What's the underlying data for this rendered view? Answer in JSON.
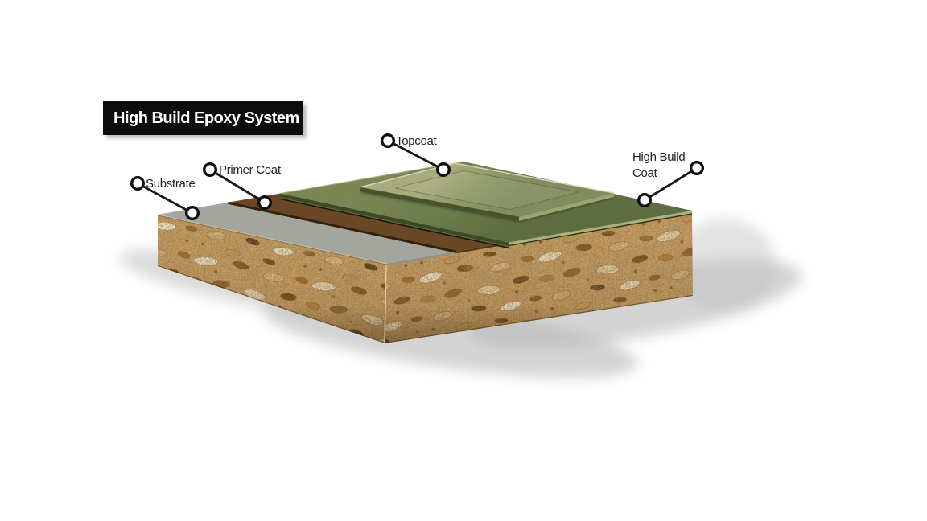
{
  "title": {
    "label": "High Build Epoxy System"
  },
  "diagram": {
    "callouts": [
      {
        "id": "substrate",
        "label": "Substrate"
      },
      {
        "id": "primer-coat",
        "label": "Primer Coat"
      },
      {
        "id": "topcoat",
        "label": "Topcoat"
      },
      {
        "id": "high-build-coat",
        "label": "High Build Coat"
      }
    ],
    "layers": [
      {
        "name": "Substrate",
        "top_color": "#a2a59b",
        "body_color": "#c79e66"
      },
      {
        "name": "Primer Coat",
        "color": "#6b4726"
      },
      {
        "name": "High Build Coat",
        "color": "#6e7d4b"
      },
      {
        "name": "Topcoat",
        "color": "#8f9a68"
      }
    ]
  }
}
